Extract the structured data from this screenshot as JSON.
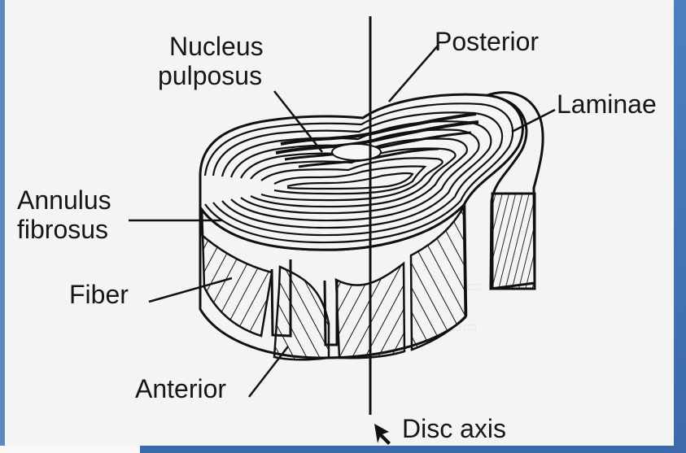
{
  "labels": {
    "nucleus_line1": "Nucleus",
    "nucleus_line2": "pulposus",
    "posterior": "Posterior",
    "laminae": "Laminae",
    "annulus_line1": "Annulus",
    "annulus_line2": "fibrosus",
    "fiber": "Fiber",
    "anterior": "Anterior",
    "disc_axis": "Disc axis"
  },
  "colors": {
    "paper": "#f3f5f5",
    "ink": "#161616",
    "frame": "#3f6fae"
  },
  "icons": {
    "axis_arrow": "arrow-pointer-icon"
  }
}
